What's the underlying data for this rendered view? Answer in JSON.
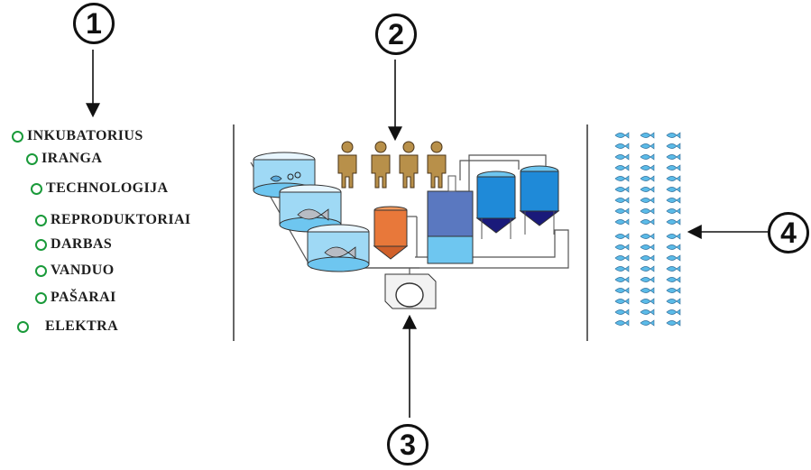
{
  "callouts": [
    {
      "id": "1",
      "label": "1"
    },
    {
      "id": "2",
      "label": "2"
    },
    {
      "id": "3",
      "label": "3"
    },
    {
      "id": "4",
      "label": "4"
    }
  ],
  "components": {
    "items": [
      {
        "label": "INKUBATORIUS"
      },
      {
        "label": "IRANGA"
      },
      {
        "label": "TECHNOLOGIJA"
      },
      {
        "label": "REPRODUKTORIAI"
      },
      {
        "label": "DARBAS"
      },
      {
        "label": "VANDUO"
      },
      {
        "label": "PAŠARAI"
      },
      {
        "label": "ELEKTRA"
      }
    ],
    "bullet_color": "#1a9a3a"
  },
  "illustration": {
    "icons": [
      "fish-tank-icon",
      "worker-icon",
      "orange-feed-tank-icon",
      "blue-filter-tank-icon",
      "blue-silo-tank-icon",
      "pump-unit-icon"
    ],
    "colors": {
      "worker": "#b8904a",
      "orange_tank": "#e8783a",
      "filter_tank": "#5a78c0",
      "silo": "#1f8ad8",
      "water": "#6ec6f0"
    }
  },
  "output": {
    "icon": "fish-fry-icon",
    "columns": 3,
    "rows": 18,
    "color": "#5bbbe8"
  }
}
